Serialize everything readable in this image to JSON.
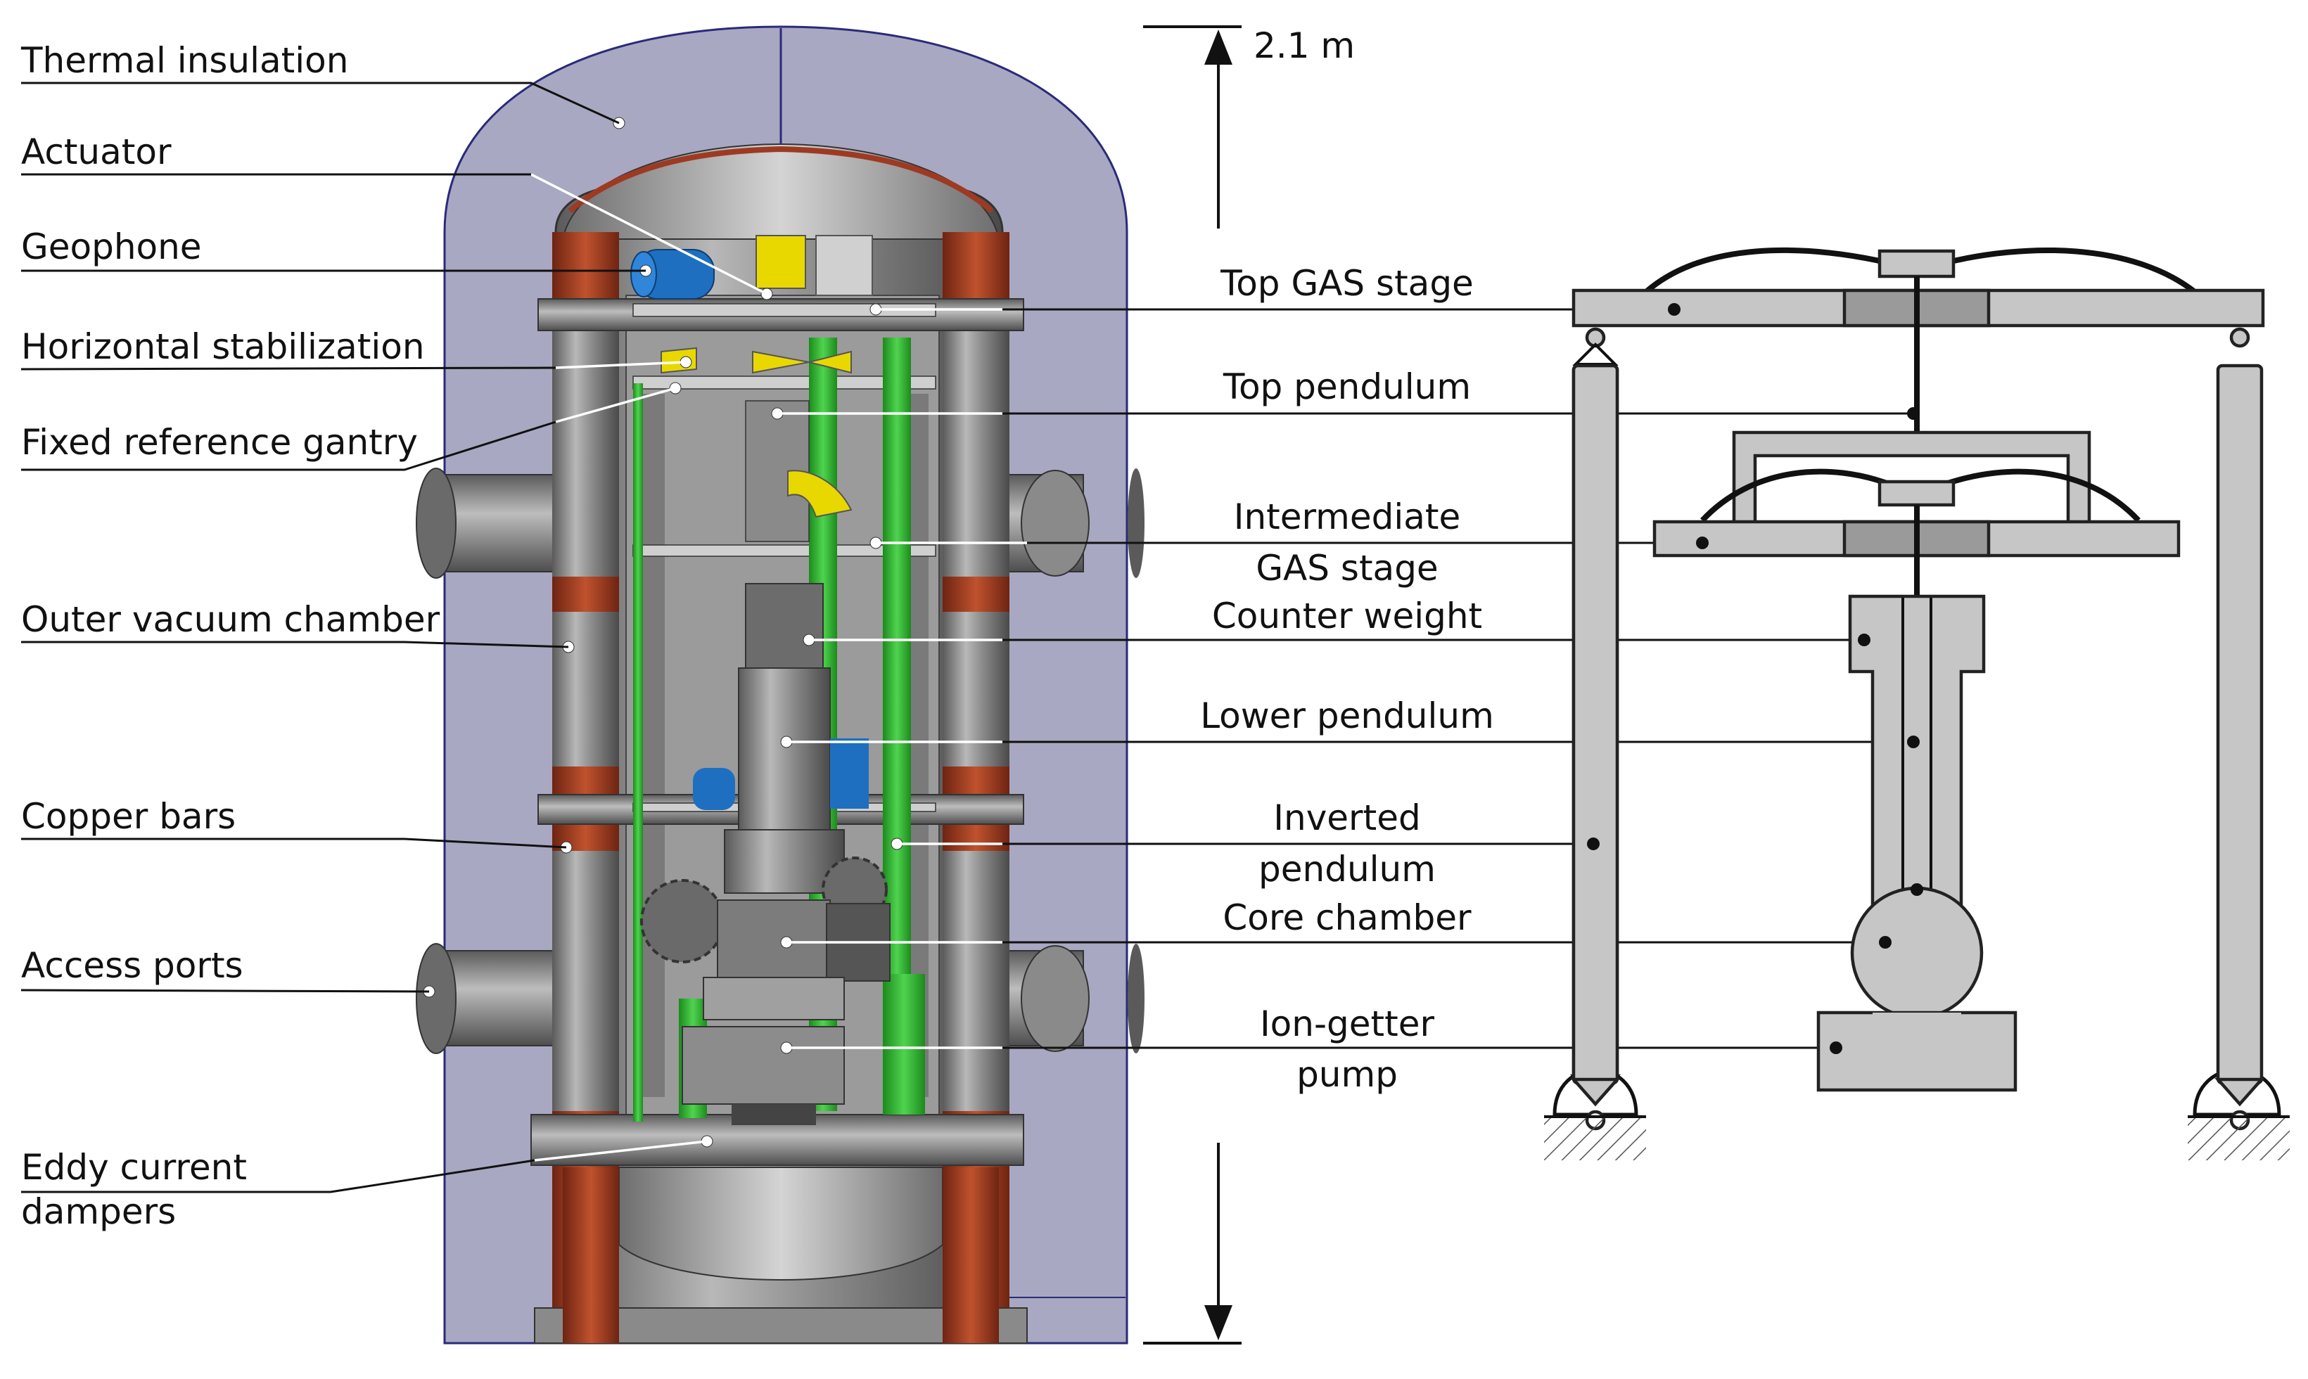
{
  "dimension": {
    "height_label": "2.1 m"
  },
  "left_labels": {
    "thermal_insulation": "Thermal insulation",
    "actuator": "Actuator",
    "geophone": "Geophone",
    "horizontal_stabilization": "Horizontal stabilization",
    "fixed_reference_gantry": "Fixed reference gantry",
    "outer_vacuum_chamber": "Outer vacuum chamber",
    "copper_bars": "Copper bars",
    "access_ports": "Access ports",
    "eddy_current_dampers_line1": "Eddy current",
    "eddy_current_dampers_line2": "dampers"
  },
  "center_labels": {
    "top_gas_stage": "Top GAS stage",
    "top_pendulum": "Top pendulum",
    "intermediate_gas_stage_line1": "Intermediate",
    "intermediate_gas_stage_line2": "GAS stage",
    "counter_weight": "Counter weight",
    "lower_pendulum": "Lower pendulum",
    "inverted_pendulum_line1": "Inverted",
    "inverted_pendulum_line2": "pendulum",
    "core_chamber": "Core chamber",
    "ion_getter_pump_line1": "Ion-getter",
    "ion_getter_pump_line2": "pump"
  },
  "colors": {
    "insulation": "#a9a8c2",
    "insulation_edge": "#2a2a7a",
    "steel": "#8e8e8e",
    "copper": "#9e3a22",
    "green_rod": "#2fb52f",
    "yellow_part": "#e8d800",
    "blue_geophone": "#1e6fc0",
    "schematic_fill": "#c6c6c6",
    "schematic_dark": "#9a9a9a"
  }
}
